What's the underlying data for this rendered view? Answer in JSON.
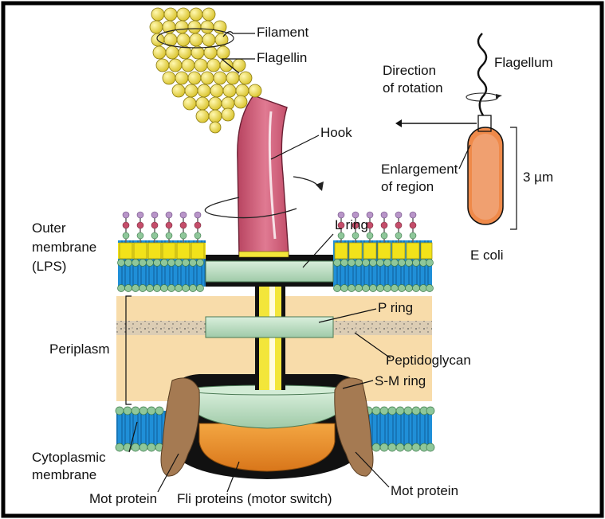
{
  "labels": {
    "filament": "Filament",
    "flagellin": "Flagellin",
    "hook": "Hook",
    "direction_line1": "Direction",
    "direction_line2": "of rotation",
    "flagellum": "Flagellum",
    "enlargement_line1": "Enlargement",
    "enlargement_line2": "of region",
    "size": "3 µm",
    "ecoli": "E coli",
    "outer_line1": "Outer",
    "outer_line2": "membrane",
    "outer_line3": "(LPS)",
    "l_ring": "L ring",
    "p_ring": "P ring",
    "periplasm": "Periplasm",
    "peptidoglycan": "Peptidoglycan",
    "sm_ring": "S-M ring",
    "cyto_line1": "Cytoplasmic",
    "cyto_line2": "membrane",
    "mot_left": "Mot protein",
    "fli": "Fli proteins (motor switch)",
    "mot_right": "Mot protein"
  },
  "colors": {
    "filament": "#f0e04a",
    "hook": "#d9637e",
    "membrane_blue": "#1f8fd8",
    "lipid_head": "#8fc79a",
    "lps_yellow": "#f2e21a",
    "periplasm": "#f8dcaa",
    "peptidoglycan": "#d8c8ae",
    "ring": "#b9dcc0",
    "rod": "#f3e63a",
    "motor": "#e8891e",
    "mot": "#a57a52",
    "cell": "#ef8a4a"
  }
}
